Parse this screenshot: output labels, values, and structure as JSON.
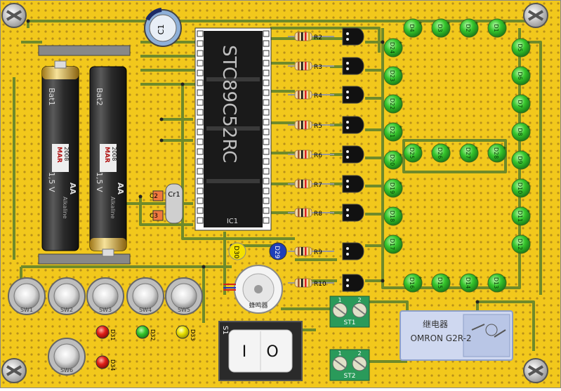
{
  "board": {
    "colors": {
      "pcb": "#f2c81c",
      "trace": "#6f8a2a",
      "led_green": "#2fbf2a",
      "led_red": "#e0201a",
      "led_yellow": "#e6e000",
      "led_blue": "#1f3fb8",
      "chip": "#1a1a1a",
      "relay": "#cfd8f0",
      "terminal": "#2a9a5a"
    }
  },
  "ic": {
    "part": "STC89C52RC",
    "ref": "IC1"
  },
  "resistors": [
    "R2",
    "R3",
    "R4",
    "R5",
    "R6",
    "R7",
    "R8",
    "R9",
    "R10"
  ],
  "batteries": [
    {
      "ref": "Bat1",
      "voltage": "1,5 V",
      "brand": "MAR",
      "year": "2008",
      "type": "AA",
      "chem": "Alkaline"
    },
    {
      "ref": "Bat2",
      "voltage": "1,5 V",
      "brand": "MAR",
      "year": "2008",
      "type": "AA",
      "chem": "Alkaline"
    }
  ],
  "capacitors": {
    "c1": "C1",
    "c2": "C2",
    "c3": "C3",
    "crystal": "Cr1"
  },
  "leds_top": [
    "D4",
    "D3",
    "D2",
    "D1"
  ],
  "leds_left": [
    "D24",
    "D23",
    "D22",
    "D21",
    "D20",
    "D19",
    "D18",
    "D17"
  ],
  "leds_right": [
    "D5",
    "D6",
    "D7",
    "D8",
    "D9",
    "D10",
    "D11",
    "D12"
  ],
  "leds_bottom": [
    "D16",
    "D15",
    "D14",
    "D13"
  ],
  "leds_inner": [
    "D25",
    "D26",
    "D27",
    "D28"
  ],
  "status_leds": [
    {
      "ref": "D31",
      "color": "red"
    },
    {
      "ref": "D32",
      "color": "green"
    },
    {
      "ref": "D33",
      "color": "yellow"
    },
    {
      "ref": "D34",
      "color": "red"
    }
  ],
  "diodes": {
    "d30": "D30",
    "d29": "D29"
  },
  "buttons": [
    "SW1",
    "SW2",
    "SW3",
    "SW4",
    "SW5",
    "SW6"
  ],
  "buzzer": {
    "label": "蜂鸣器"
  },
  "switch": {
    "ref": "S1",
    "on_symbol": "I",
    "off_symbol": "O"
  },
  "terminals": [
    {
      "ref": "ST1",
      "pins": [
        "1",
        "2"
      ]
    },
    {
      "ref": "ST2",
      "pins": [
        "1",
        "2"
      ]
    }
  ],
  "relay": {
    "label": "继电器",
    "model": "OMRON G2R-2"
  }
}
